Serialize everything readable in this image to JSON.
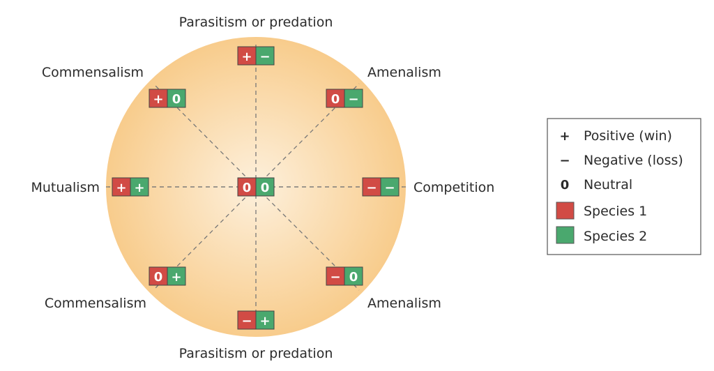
{
  "colors": {
    "species1": "#d14b45",
    "species2": "#4aa86e",
    "circle_inner": "#fdf0dc",
    "circle_outer": "#f8cc8c"
  },
  "diagram": {
    "center": {
      "s1": "0",
      "s2": "0"
    },
    "interactions": [
      {
        "name": "Parasitism or predation",
        "s1": "+",
        "s2": "−"
      },
      {
        "name": "Amenalism",
        "s1": "0",
        "s2": "−"
      },
      {
        "name": "Competition",
        "s1": "−",
        "s2": "−"
      },
      {
        "name": "Amenalism",
        "s1": "−",
        "s2": "0"
      },
      {
        "name": "Parasitism or predation",
        "s1": "−",
        "s2": "+"
      },
      {
        "name": "Commensalism",
        "s1": "0",
        "s2": "+"
      },
      {
        "name": "Mutualism",
        "s1": "+",
        "s2": "+"
      },
      {
        "name": "Commensalism",
        "s1": "+",
        "s2": "0"
      }
    ]
  },
  "legend": {
    "items": [
      {
        "symbol": "+",
        "label": "Positive (win)"
      },
      {
        "symbol": "−",
        "label": "Negative (loss)"
      },
      {
        "symbol": "0",
        "label": "Neutral"
      }
    ],
    "species": [
      {
        "label": "Species 1"
      },
      {
        "label": "Species 2"
      }
    ]
  }
}
